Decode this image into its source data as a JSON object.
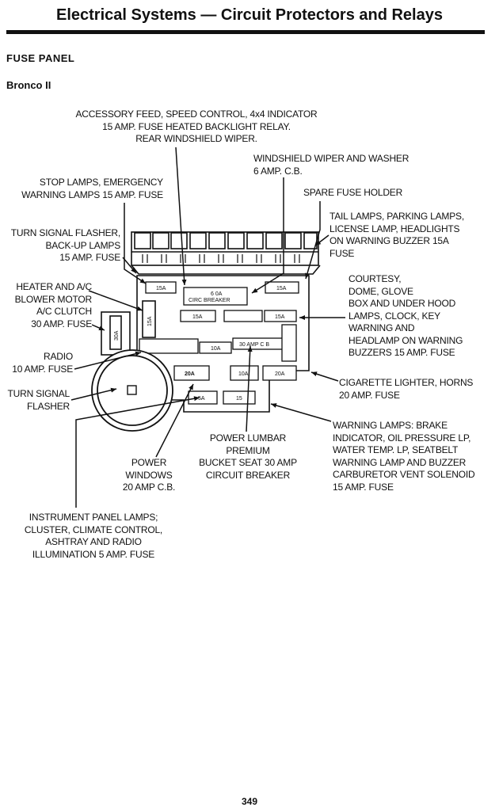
{
  "header": {
    "title": "Electrical Systems — Circuit Protectors and Relays"
  },
  "section": "FUSE PANEL",
  "model": "Bronco II",
  "callouts": {
    "accessory_feed": "ACCESSORY FEED, SPEED CONTROL, 4x4 INDICATOR\n15 AMP. FUSE HEATED BACKLIGHT RELAY.\nREAR WINDSHIELD WIPER.",
    "wiper_washer": "WINDSHIELD WIPER AND WASHER\n6 AMP. C.B.",
    "stop_lamps": "STOP LAMPS, EMERGENCY\nWARNING LAMPS 15 AMP. FUSE",
    "spare_fuse": "SPARE FUSE HOLDER",
    "tail_lamps": "TAIL LAMPS, PARKING LAMPS,\nLICENSE LAMP, HEADLIGHTS\nON WARNING BUZZER 15A\nFUSE",
    "turn_signal_flasher_backup": "TURN SIGNAL FLASHER,\nBACK-UP LAMPS\n15 AMP. FUSE",
    "heater_ac": "HEATER AND A/C\nBLOWER MOTOR\nA/C CLUTCH\n30 AMP. FUSE",
    "courtesy": "COURTESY,\nDOME, GLOVE\nBOX AND UNDER HOOD\nLAMPS, CLOCK, KEY\nWARNING AND\nHEADLAMP ON WARNING\nBUZZERS 15 AMP. FUSE",
    "radio": "RADIO\n10 AMP. FUSE",
    "cigarette_lighter": "CIGARETTE LIGHTER, HORNS\n20 AMP. FUSE",
    "turn_signal_flasher": "TURN SIGNAL\nFLASHER",
    "warning_lamps": "WARNING LAMPS: BRAKE\nINDICATOR, OIL PRESSURE LP,\nWATER TEMP. LP, SEATBELT\nWARNING LAMP AND BUZZER\nCARBURETOR VENT SOLENOID\n15 AMP. FUSE",
    "power_lumbar": "POWER LUMBAR\nPREMIUM\nBUCKET SEAT 30 AMP\nCIRCUIT BREAKER",
    "power_windows": "POWER\nWINDOWS\n20 AMP C.B.",
    "instrument_panel": "INSTRUMENT PANEL LAMPS;\nCLUSTER, CLIMATE CONTROL,\nASHTRAY AND RADIO\nILLUMINATION 5 AMP. FUSE"
  },
  "diagram_labels": {
    "fuse_15a_top_left": "15A",
    "circ_breaker_rating": "6 0A",
    "circ_breaker_text": "CIRC BREAKER",
    "fuse_15a_top_right": "15A",
    "fuse_15a_mid_left": "15A",
    "fuse_15a_mid_right": "15A",
    "fuse_15a_vertical": "15A",
    "fuse_30a_vertical": "30A",
    "fuse_10a": "10A",
    "cb_30amp": "30 AMP C B",
    "fuse_20a_left": "20A",
    "fuse_10a_small": "10A",
    "fuse_20a_right": "20A",
    "fuse_5a": "5A",
    "fuse_15_small": "15"
  },
  "footer": {
    "page_number": "349"
  }
}
